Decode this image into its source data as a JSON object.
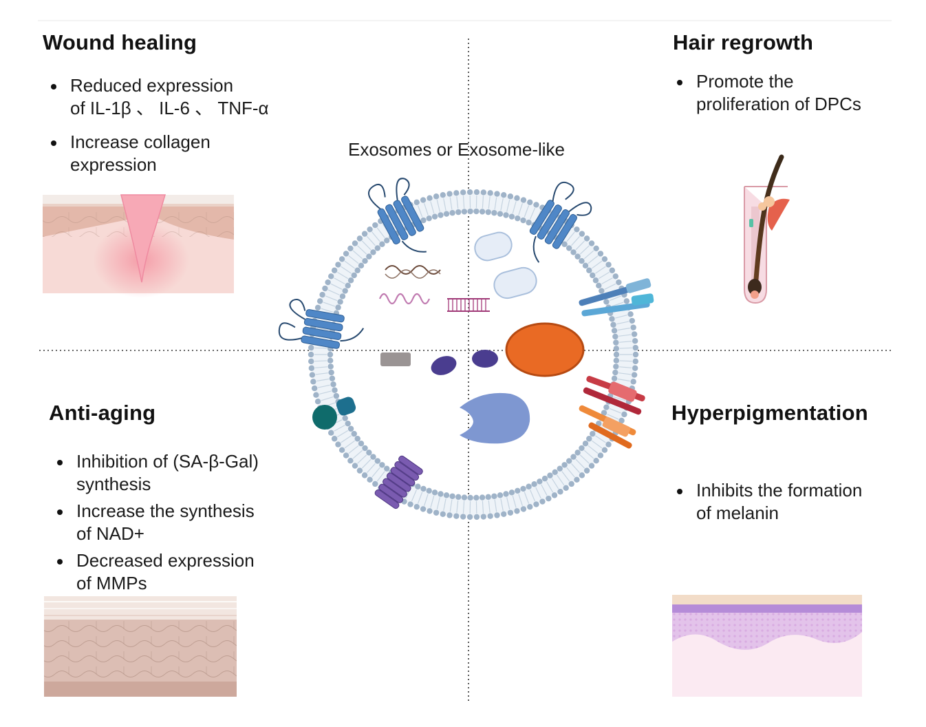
{
  "center": {
    "label": "Exosomes or Exosome-like"
  },
  "quadrants": [
    {
      "id": "wound",
      "title": "Wound healing",
      "bullets": [
        [
          "Reduced expression",
          "of IL-1β 、 IL-6 、 TNF-α"
        ],
        [
          "Increase collagen",
          "expression"
        ]
      ]
    },
    {
      "id": "hair",
      "title": "Hair regrowth",
      "bullets": [
        [
          "Promote the",
          "proliferation of DPCs"
        ]
      ]
    },
    {
      "id": "aging",
      "title": "Anti-aging",
      "bullets": [
        [
          "Inhibition of (SA-β-Gal)",
          "synthesis"
        ],
        [
          "Increase the synthesis",
          "of NAD+"
        ],
        [
          "Decreased expression",
          "of MMPs"
        ]
      ]
    },
    {
      "id": "pigment",
      "title": "Hyperpigmentation",
      "bullets": [
        [
          "Inhibits the formation",
          "of melanin"
        ]
      ]
    }
  ],
  "colors": {
    "membrane": "#9fb3c8",
    "receptor": "#4f87c7",
    "nucleus": "#e96a24",
    "protein": "#7e97d1",
    "dark_protein": "#4a3d8f",
    "teal": "#0f6b6b",
    "purple_channel": "#7a5bb0",
    "skin_pink": "#f3c7c1",
    "pigment_purple": "#e3c3ea"
  },
  "icons": [
    "wound-skin-icon",
    "hair-follicle-icon",
    "aged-skin-icon",
    "pigmented-skin-icon",
    "exosome-icon"
  ]
}
